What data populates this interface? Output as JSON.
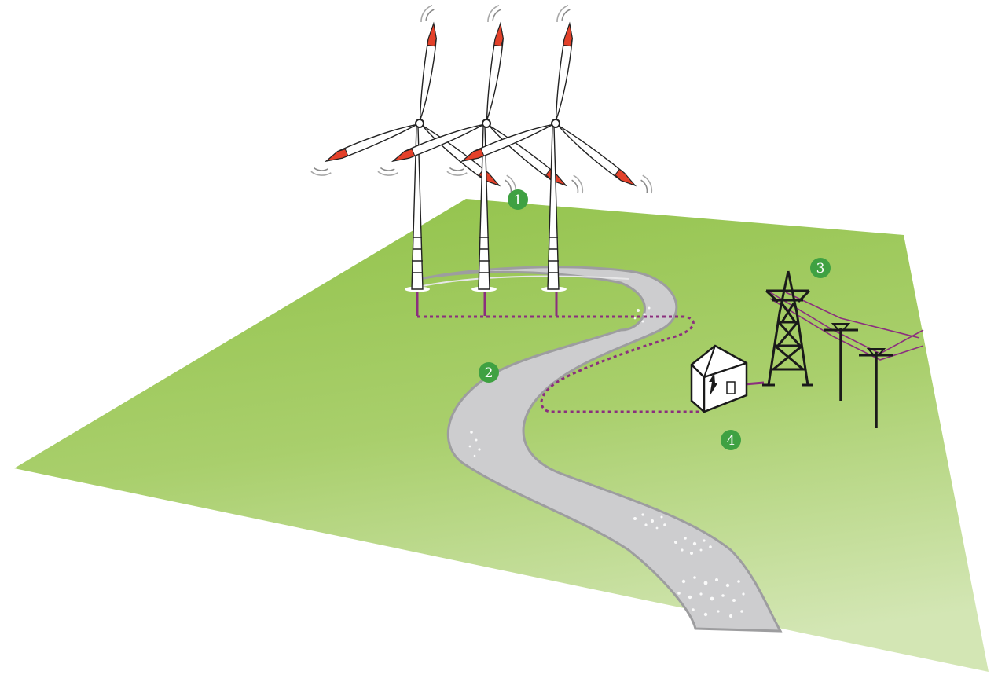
{
  "markers": [
    {
      "id": "1",
      "label": "1"
    },
    {
      "id": "2",
      "label": "2"
    },
    {
      "id": "3",
      "label": "3"
    },
    {
      "id": "4",
      "label": "4"
    }
  ],
  "colors": {
    "grass_top": "#94c44f",
    "grass_bottom": "#cfe3ad",
    "road": "#cdcdcf",
    "road_edge": "#9d9d9f",
    "cable": "#8b2f7e",
    "marker": "#3fa142",
    "blade_tip": "#e3412a"
  }
}
